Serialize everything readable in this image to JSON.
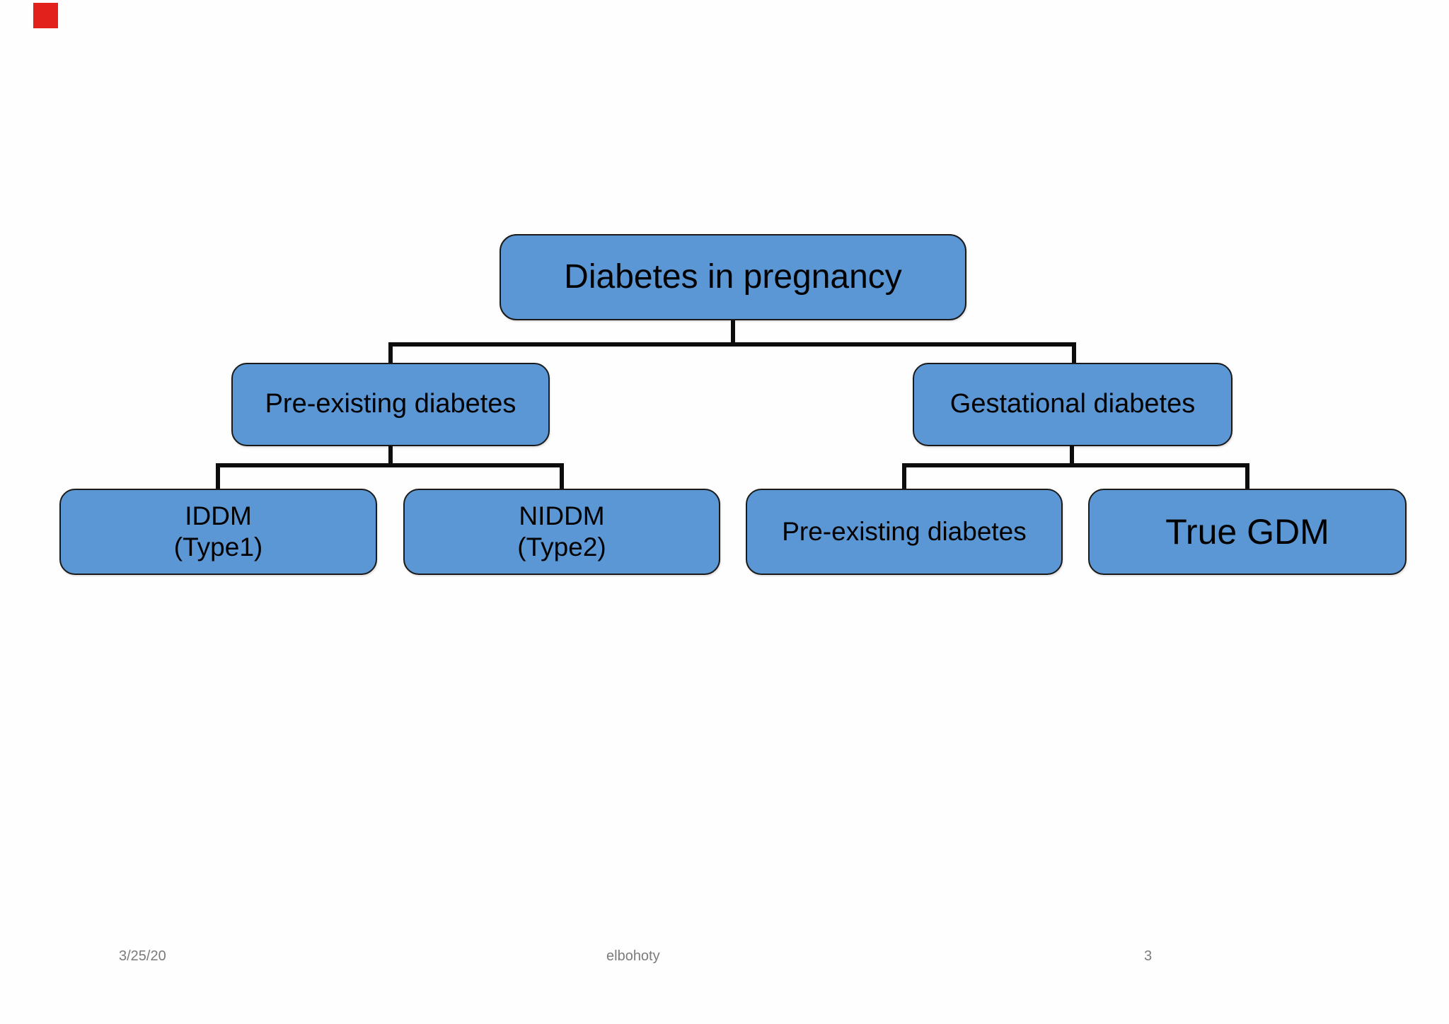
{
  "colors": {
    "box_fill": "#5B97D4",
    "box_border": "#1A1A1A",
    "connector": "#0D0D0D",
    "footer_text": "#7B7B7B",
    "marker_red": "#E2211C",
    "text": "#000000",
    "bg": "#FEFEFE"
  },
  "diagram": {
    "type": "org-chart",
    "root": {
      "label": "Diabetes in pregnancy"
    },
    "level2": [
      {
        "label": "Pre-existing diabetes"
      },
      {
        "label": "Gestational diabetes"
      }
    ],
    "level3": [
      {
        "line1": "IDDM",
        "line2": "(Type1)",
        "parent": "Pre-existing diabetes"
      },
      {
        "line1": "NIDDM",
        "line2": "(Type2)",
        "parent": "Pre-existing diabetes"
      },
      {
        "label": "Pre-existing diabetes",
        "parent": "Gestational diabetes"
      },
      {
        "label": "True GDM",
        "parent": "Gestational diabetes"
      }
    ]
  },
  "footer": {
    "date": "3/25/20",
    "author": "elbohoty",
    "page_number": "3"
  }
}
